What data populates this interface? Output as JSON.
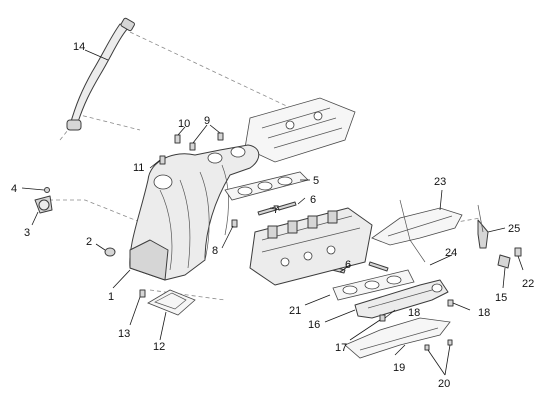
{
  "callouts": {
    "c1": "1",
    "c2": "2",
    "c3": "3",
    "c4": "4",
    "c5": "5",
    "c6a": "6",
    "c6b": "6",
    "c7": "7",
    "c8": "8",
    "c9": "9",
    "c10": "10",
    "c11": "11",
    "c12": "12",
    "c13": "13",
    "c14": "14",
    "c15": "15",
    "c16": "16",
    "c17": "17",
    "c18a": "18",
    "c18b": "18",
    "c19": "19",
    "c20": "20",
    "c21": "21",
    "c22": "22",
    "c23": "23",
    "c24": "24",
    "c25": "25"
  }
}
